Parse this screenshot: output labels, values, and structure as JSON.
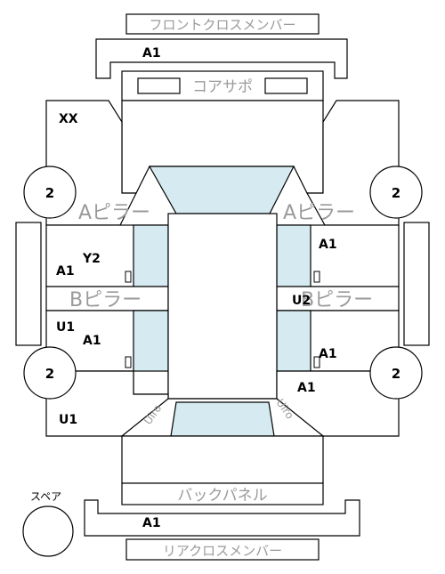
{
  "labels": {
    "front_cross_member": "フロントクロスメンバー",
    "core_support": "コアサポ",
    "a_pillar": "Aピラー",
    "b_pillar": "Bピラー",
    "back_panel": "バックパネル",
    "rear_cross_member": "リアクロスメンバー",
    "spare": "スペア",
    "roof": "Uiro"
  },
  "grades": {
    "front_member": "A1",
    "core_left": "XX",
    "left_front_door_upper": "Y2",
    "left_front_door": "A1",
    "left_rear_door_upper": "U1",
    "left_rear_door": "A1",
    "left_rear_quarter": "U1",
    "right_front_door": "A1",
    "right_b_area": "U2",
    "right_rear_door": "A1",
    "right_rear_quarter": "A1",
    "rear_member": "A1"
  },
  "tires": {
    "front_left": "2",
    "front_right": "2",
    "rear_left": "2",
    "rear_right": "2"
  },
  "colors": {
    "glass": "#d5ebf1",
    "label_gray": "#9a9a9a",
    "line": "#000000"
  }
}
